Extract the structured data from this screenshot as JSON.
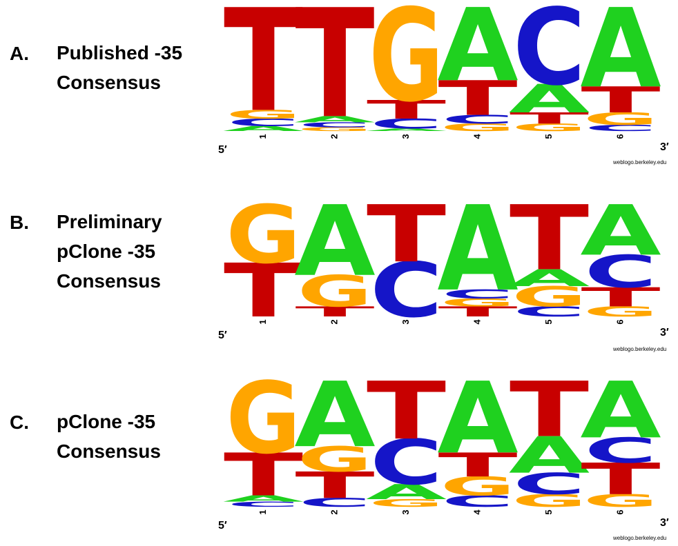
{
  "colors": {
    "A": "#1fd11f",
    "C": "#1515c8",
    "G": "#ffa500",
    "T": "#c80000"
  },
  "panels": [
    {
      "label": "A.",
      "title_lines": [
        "Published -35",
        "Consensus"
      ],
      "attribution": "weblogo.berkeley.edu",
      "end_5": "5′",
      "end_3": "3′",
      "positions": [
        {
          "number": "1",
          "letters": [
            {
              "base": "A",
              "height": 0.04
            },
            {
              "base": "C",
              "height": 0.06
            },
            {
              "base": "G",
              "height": 0.07
            },
            {
              "base": "T",
              "height": 0.83
            }
          ]
        },
        {
          "number": "2",
          "letters": [
            {
              "base": "G",
              "height": 0.03
            },
            {
              "base": "C",
              "height": 0.04
            },
            {
              "base": "A",
              "height": 0.05
            },
            {
              "base": "T",
              "height": 0.88
            }
          ]
        },
        {
          "number": "3",
          "letters": [
            {
              "base": "A",
              "height": 0.02
            },
            {
              "base": "C",
              "height": 0.08
            },
            {
              "base": "T",
              "height": 0.15
            },
            {
              "base": "G",
              "height": 0.75
            }
          ]
        },
        {
          "number": "4",
          "letters": [
            {
              "base": "G",
              "height": 0.06
            },
            {
              "base": "C",
              "height": 0.07
            },
            {
              "base": "T",
              "height": 0.28
            },
            {
              "base": "A",
              "height": 0.59
            }
          ]
        },
        {
          "number": "5",
          "letters": [
            {
              "base": "G",
              "height": 0.06
            },
            {
              "base": "T",
              "height": 0.09
            },
            {
              "base": "A",
              "height": 0.23
            },
            {
              "base": "C",
              "height": 0.62
            }
          ]
        },
        {
          "number": "6",
          "letters": [
            {
              "base": "C",
              "height": 0.05
            },
            {
              "base": "G",
              "height": 0.1
            },
            {
              "base": "T",
              "height": 0.21
            },
            {
              "base": "A",
              "height": 0.64
            }
          ]
        }
      ]
    },
    {
      "label": "B.",
      "title_lines": [
        "Preliminary",
        "pClone -35",
        "Consensus"
      ],
      "attribution": "weblogo.berkeley.edu",
      "end_5": "5′",
      "end_3": "3′",
      "positions": [
        {
          "number": "1",
          "letters": [
            {
              "base": "T",
              "height": 0.48
            },
            {
              "base": "G",
              "height": 0.52
            }
          ]
        },
        {
          "number": "2",
          "letters": [
            {
              "base": "T",
              "height": 0.09
            },
            {
              "base": "G",
              "height": 0.28
            },
            {
              "base": "A",
              "height": 0.63
            }
          ]
        },
        {
          "number": "3",
          "letters": [
            {
              "base": "C",
              "height": 0.49
            },
            {
              "base": "T",
              "height": 0.51
            }
          ]
        },
        {
          "number": "4",
          "letters": [
            {
              "base": "T",
              "height": 0.09
            },
            {
              "base": "G",
              "height": 0.07
            },
            {
              "base": "C",
              "height": 0.08
            },
            {
              "base": "A",
              "height": 0.76
            }
          ]
        },
        {
          "number": "5",
          "letters": [
            {
              "base": "C",
              "height": 0.09
            },
            {
              "base": "G",
              "height": 0.18
            },
            {
              "base": "A",
              "height": 0.15
            },
            {
              "base": "T",
              "height": 0.58
            }
          ]
        },
        {
          "number": "6",
          "letters": [
            {
              "base": "G",
              "height": 0.09
            },
            {
              "base": "T",
              "height": 0.17
            },
            {
              "base": "C",
              "height": 0.29
            },
            {
              "base": "A",
              "height": 0.45
            }
          ]
        }
      ]
    },
    {
      "label": "C.",
      "title_lines": [
        "pClone -35",
        "Consensus"
      ],
      "attribution": "weblogo.berkeley.edu",
      "end_5": "5′",
      "end_3": "3′",
      "positions": [
        {
          "number": "1",
          "letters": [
            {
              "base": "C",
              "height": 0.04
            },
            {
              "base": "A",
              "height": 0.05
            },
            {
              "base": "T",
              "height": 0.34
            },
            {
              "base": "G",
              "height": 0.57
            }
          ]
        },
        {
          "number": "2",
          "letters": [
            {
              "base": "C",
              "height": 0.07
            },
            {
              "base": "T",
              "height": 0.21
            },
            {
              "base": "G",
              "height": 0.2
            },
            {
              "base": "A",
              "height": 0.52
            }
          ]
        },
        {
          "number": "3",
          "letters": [
            {
              "base": "G",
              "height": 0.06
            },
            {
              "base": "A",
              "height": 0.12
            },
            {
              "base": "C",
              "height": 0.36
            },
            {
              "base": "T",
              "height": 0.46
            }
          ]
        },
        {
          "number": "4",
          "letters": [
            {
              "base": "C",
              "height": 0.09
            },
            {
              "base": "G",
              "height": 0.15
            },
            {
              "base": "T",
              "height": 0.19
            },
            {
              "base": "A",
              "height": 0.57
            }
          ]
        },
        {
          "number": "5",
          "letters": [
            {
              "base": "G",
              "height": 0.1
            },
            {
              "base": "C",
              "height": 0.17
            },
            {
              "base": "A",
              "height": 0.29
            },
            {
              "base": "T",
              "height": 0.44
            }
          ]
        },
        {
          "number": "6",
          "letters": [
            {
              "base": "G",
              "height": 0.1
            },
            {
              "base": "T",
              "height": 0.25
            },
            {
              "base": "C",
              "height": 0.2
            },
            {
              "base": "A",
              "height": 0.45
            }
          ]
        }
      ]
    }
  ]
}
